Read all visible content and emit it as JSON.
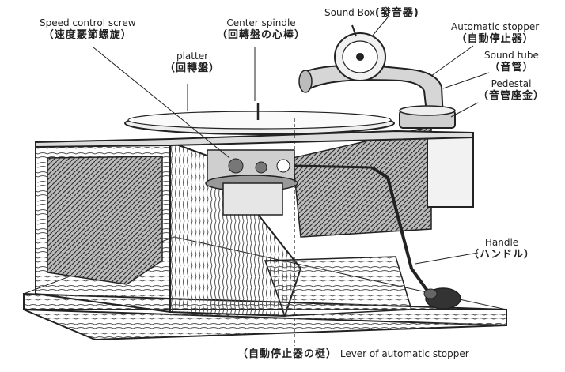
{
  "labels": {
    "speed_control": {
      "en": "Speed control screw",
      "jp": "（速度覈節螺旋）"
    },
    "center_spindle": {
      "en": "Center spindle",
      "jp": "（回轉盤の心棒）"
    },
    "sound_box": {
      "en": "Sound Box",
      "jp": "(發音器)"
    },
    "automatic_stopper": {
      "en": "Automatic stopper",
      "jp": "（自動停止器）"
    },
    "sound_tube": {
      "en": "Sound tube",
      "jp": "（音管）"
    },
    "pedestal": {
      "en": "Pedestal",
      "jp": "（音管座金）"
    },
    "platter": {
      "en": "platter",
      "jp": "（回轉盤）"
    },
    "handle": {
      "en": "Handle",
      "jp": "（ハンドル）"
    },
    "lever": {
      "jp": "（自動停止器の梃）",
      "en": "Lever of automatic stopper"
    }
  },
  "colors": {
    "ink": "#222222",
    "wood": "#8a8a8a",
    "paper": "#ffffff"
  }
}
